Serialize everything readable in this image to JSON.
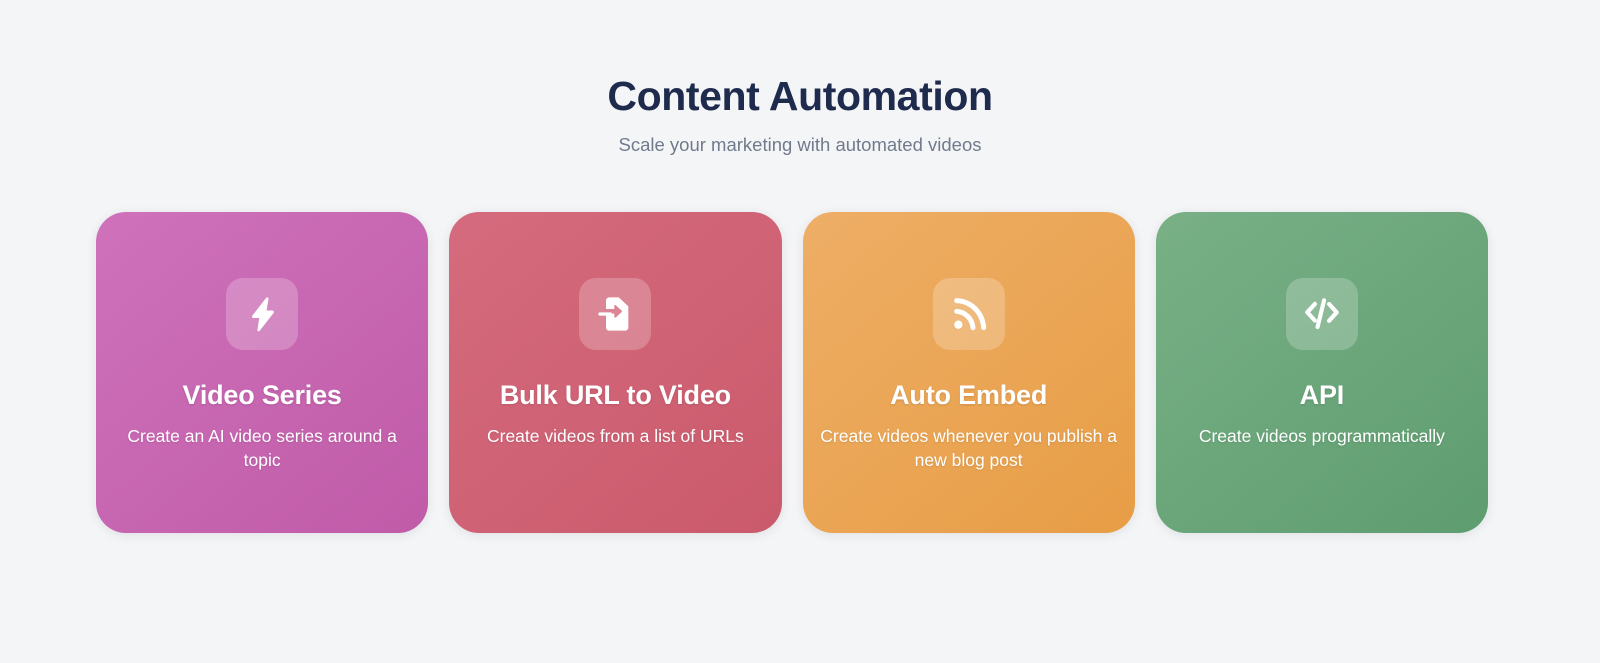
{
  "header": {
    "title": "Content Automation",
    "subtitle": "Scale your marketing with automated videos"
  },
  "colors": {
    "background": "#f4f5f7",
    "title_text": "#1f2b4d",
    "subtitle_text": "#717a8c",
    "card_pink_from": "#cf72bb",
    "card_pink_to": "#c05ba8",
    "card_rose_from": "#d56b7e",
    "card_rose_to": "#ca5a6c",
    "card_orange_from": "#eeae66",
    "card_orange_to": "#e79d45",
    "card_green_from": "#79b086",
    "card_green_to": "#5e9d70",
    "card_text": "#ffffff"
  },
  "cards": [
    {
      "title": "Video Series",
      "description": "Create an AI video series around a topic",
      "icon": "lightning-bolt-icon"
    },
    {
      "title": "Bulk URL to Video",
      "description": "Create videos from a list of URLs",
      "icon": "document-import-icon"
    },
    {
      "title": "Auto Embed",
      "description": "Create videos whenever you publish a new blog post",
      "icon": "rss-feed-icon"
    },
    {
      "title": "API",
      "description": "Create videos programmatically",
      "icon": "code-brackets-icon"
    }
  ]
}
